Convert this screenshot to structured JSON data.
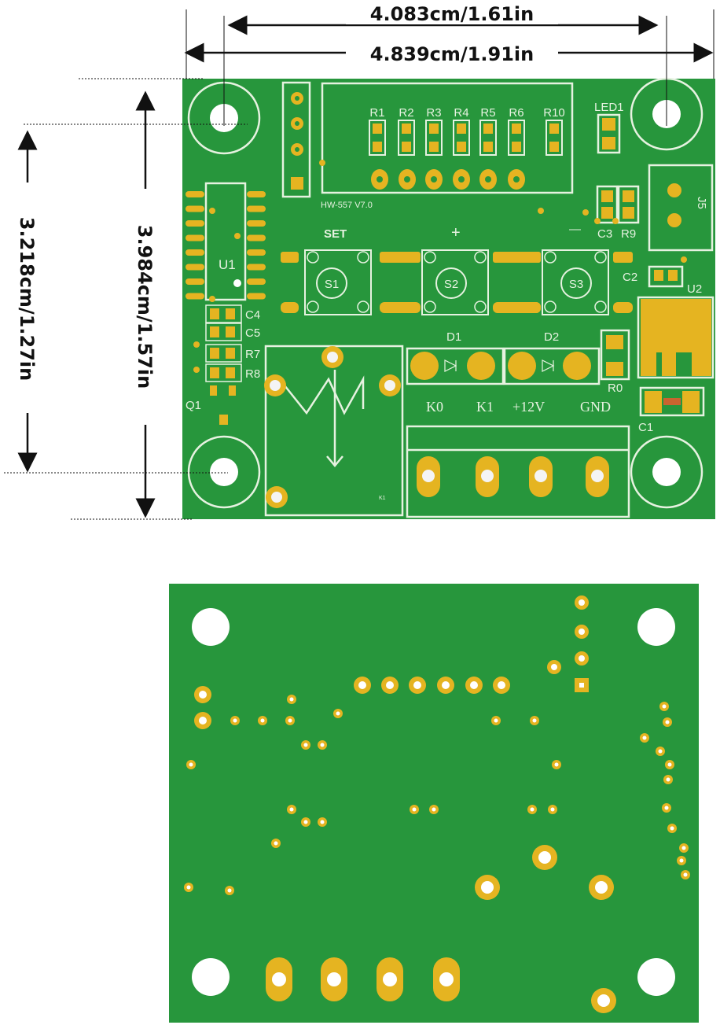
{
  "dimensions": {
    "inner_width": "4.083cm/1.61in",
    "outer_width": "4.839cm/1.91in",
    "inner_height": "3.218cm/1.27in",
    "outer_height": "3.984cm/1.57in"
  },
  "top_board": {
    "resistors": [
      "R1",
      "R2",
      "R3",
      "R4",
      "R5",
      "R6",
      "R10"
    ],
    "led": "LED1",
    "connector": "J5",
    "c3": "C3",
    "r9": "R9",
    "model": "HW-557  V7.0",
    "button_labels": [
      "SET",
      "+",
      "—"
    ],
    "switches": [
      "S1",
      "S2",
      "S3"
    ],
    "u1": "U1",
    "u2": "U2",
    "c2": "C2",
    "small_parts": [
      "C4",
      "C5",
      "R7",
      "R8"
    ],
    "q1": "Q1",
    "diodes": [
      "D1",
      "D2"
    ],
    "r0": "R0",
    "c1": "C1",
    "terminals": [
      "K0",
      "K1",
      "+12V",
      "GND"
    ],
    "relay_mark": "K1"
  },
  "colors": {
    "pcb": "#27963c",
    "pad": "#e5b421",
    "silk": "#e6f2e0"
  }
}
